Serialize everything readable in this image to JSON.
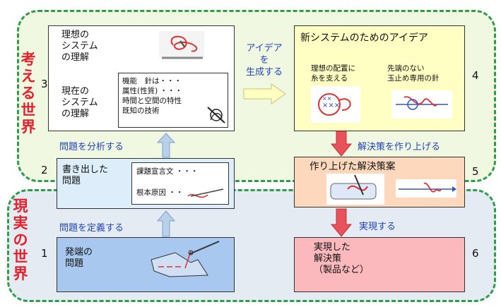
{
  "regions": {
    "think_world": "考える世界",
    "real_world": "現実の世界"
  },
  "steps": {
    "s1": {
      "num": "1",
      "label": "発端の\n問題"
    },
    "s2": {
      "num": "2",
      "label": "書き出した\n問題",
      "detail1": "課題宣言文 ・・・",
      "detail2": "根本原因 ・・"
    },
    "s3": {
      "num": "3",
      "label_ideal": "理想の\nシステム\nの理解",
      "label_current": "現在の\nシステム\nの理解",
      "detail": "機能　針は・・・\n属性(性質) ・・・\n時間と空間の特性\n既知の技術"
    },
    "s4": {
      "num": "4",
      "title": "新システムのためのアイデア",
      "idea1": "理想の配置に\n糸を支える",
      "idea2": "先端のない\n玉止め専用の針"
    },
    "s5": {
      "num": "5",
      "title": "作り上げた解決策案"
    },
    "s6": {
      "num": "6",
      "label": "実現した\n解決策\n（製品など）"
    }
  },
  "arrows": {
    "define": "問題を定義する",
    "analyze": "問題を分析する",
    "generate": "アイデアを\n生成する",
    "build": "解決策を作り上げる",
    "realize": "実現する"
  },
  "colors": {
    "think_bg": "#f1f8e2",
    "real_bg": "#e5ebf3",
    "border_green": "#2f9b4b",
    "world_red": "#e8202a",
    "label_blue": "#2244bb",
    "up_arrow": "#b8d0ea",
    "down_arrow": "#e8525a",
    "right_arrow": "#ffffc0"
  }
}
